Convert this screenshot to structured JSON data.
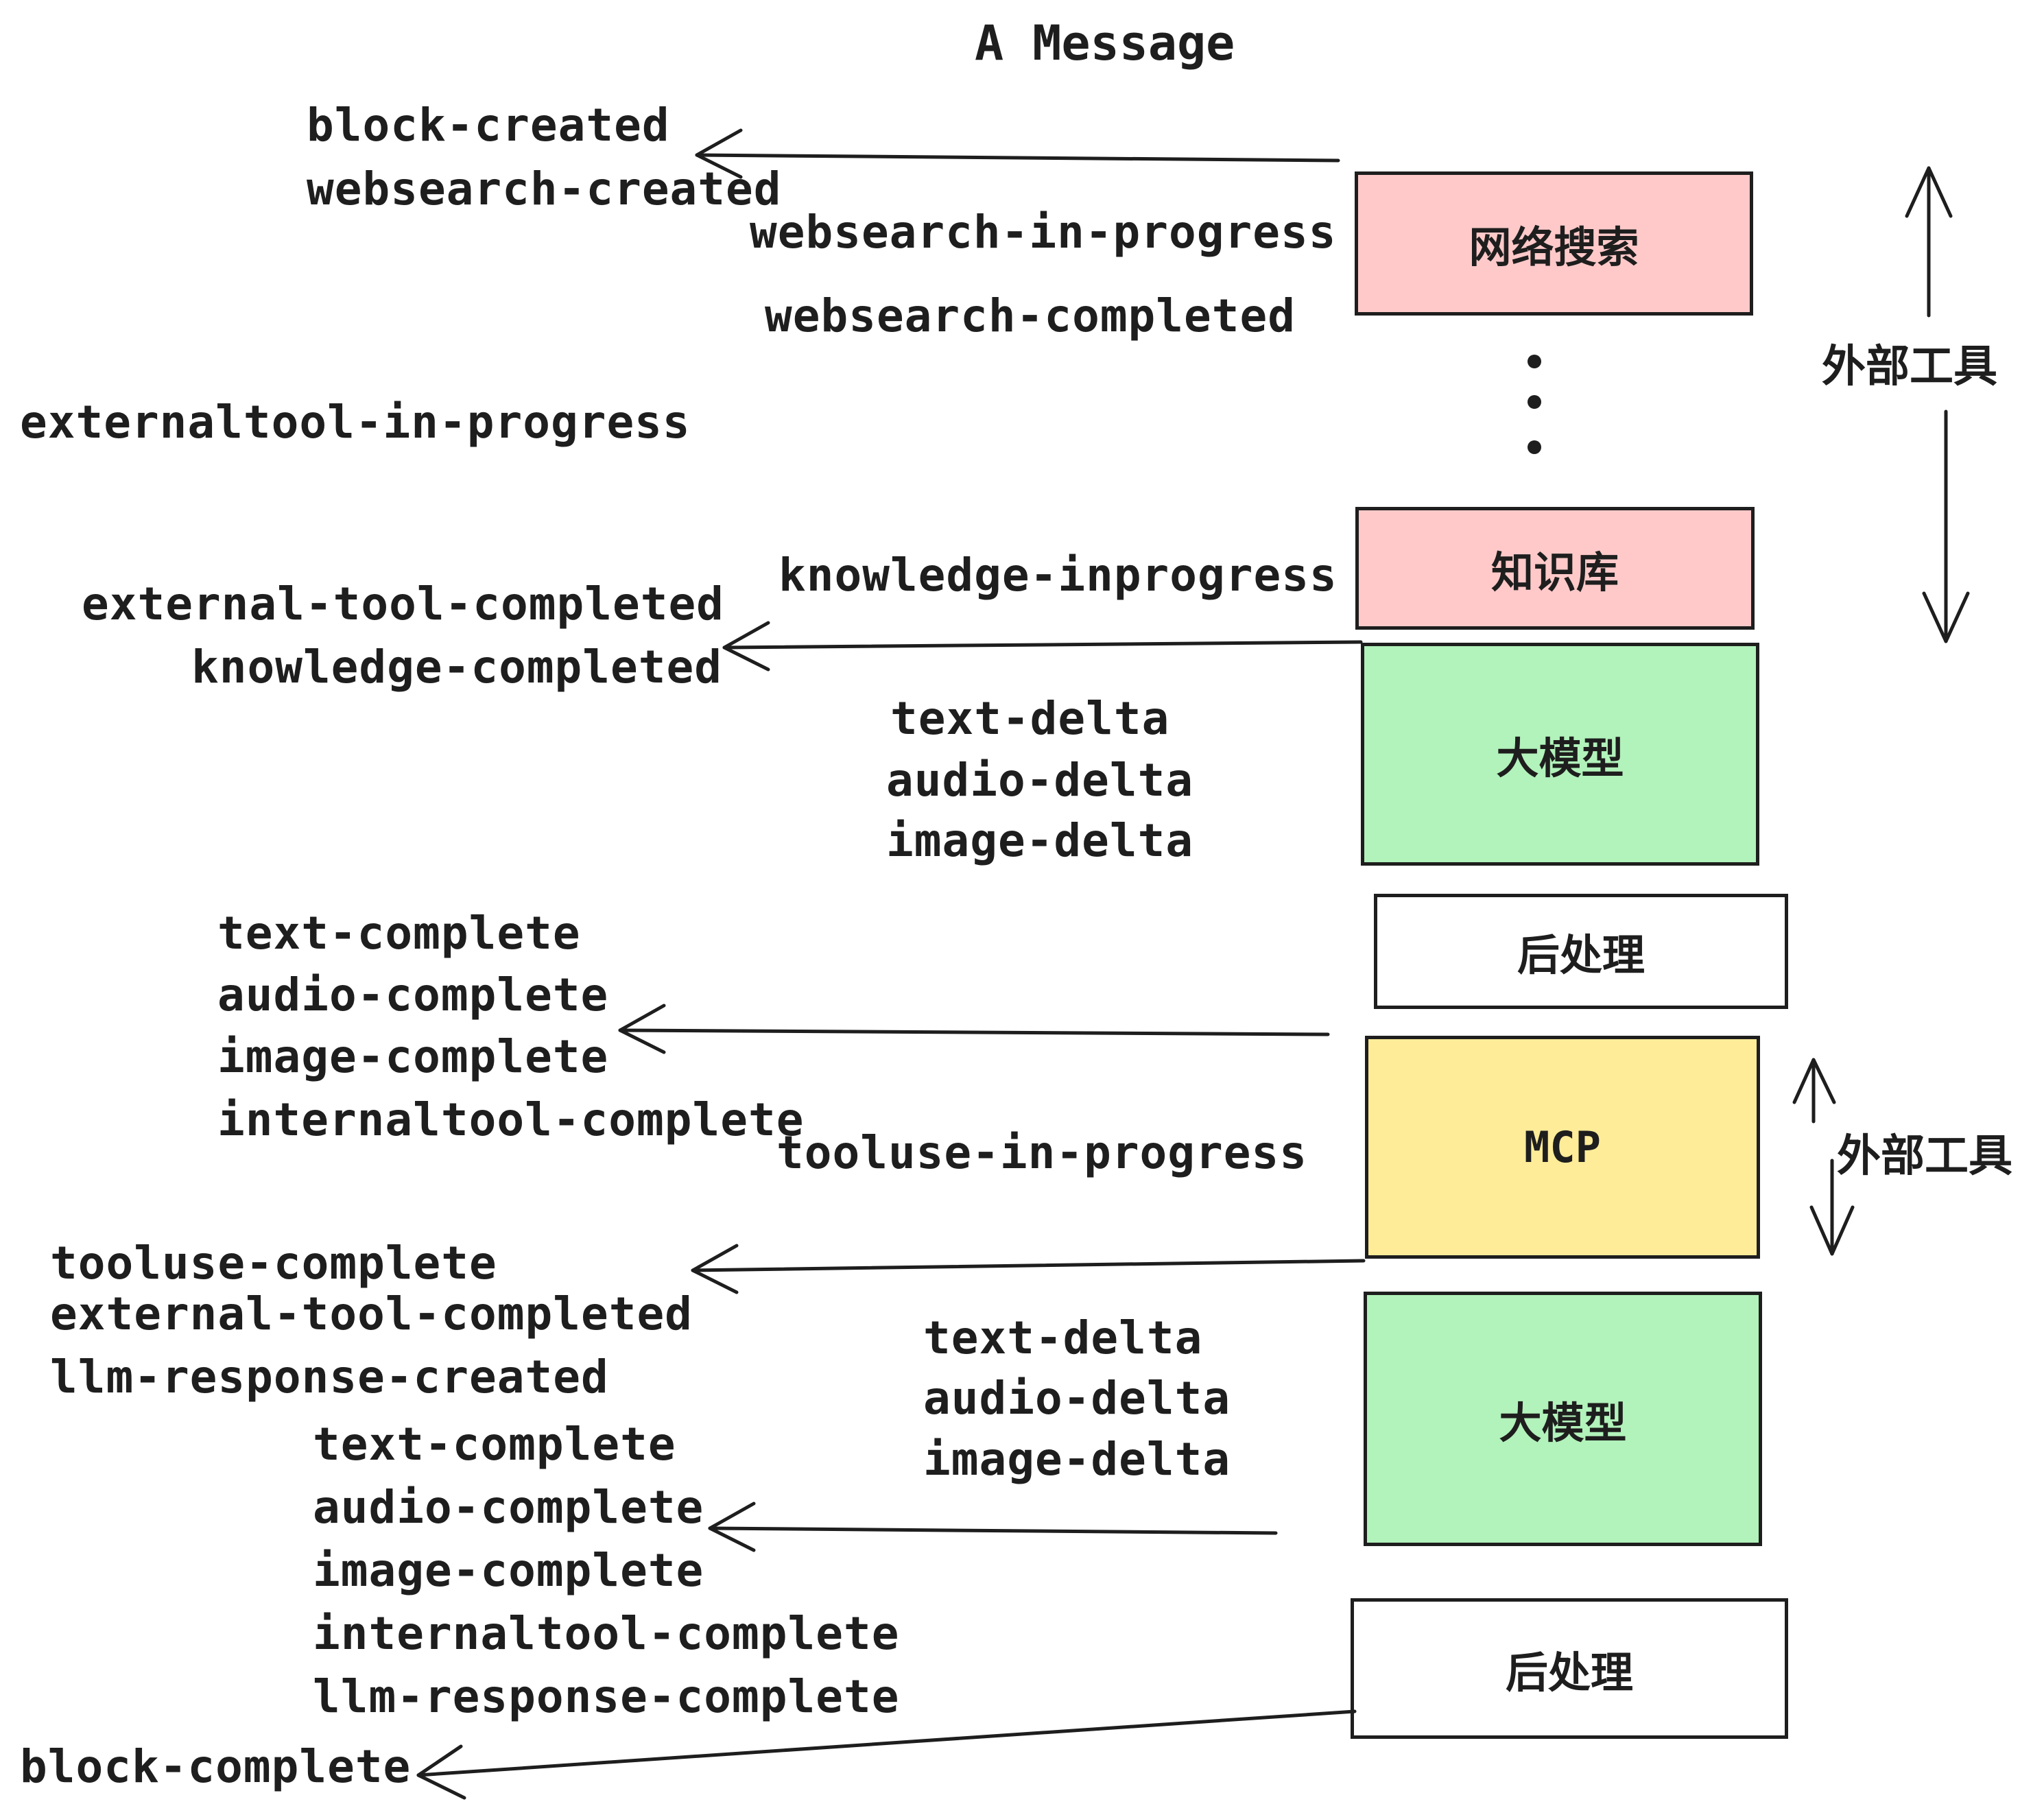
{
  "title": "A Message",
  "labels": [
    {
      "text": "block-created"
    },
    {
      "text": "websearch-created"
    },
    {
      "text": "websearch-in-progress"
    },
    {
      "text": "websearch-completed"
    },
    {
      "text": "externaltool-in-progress"
    },
    {
      "text": "knowledge-inprogress"
    },
    {
      "text": "external-tool-completed"
    },
    {
      "text": "knowledge-completed"
    },
    {
      "text": "text-delta"
    },
    {
      "text": "audio-delta"
    },
    {
      "text": "image-delta"
    },
    {
      "text": "text-complete"
    },
    {
      "text": "audio-complete"
    },
    {
      "text": "image-complete"
    },
    {
      "text": "internaltool-complete"
    },
    {
      "text": "tooluse-in-progress"
    },
    {
      "text": "tooluse-complete"
    },
    {
      "text": "external-tool-completed"
    },
    {
      "text": "llm-response-created"
    },
    {
      "text": "text-delta"
    },
    {
      "text": "audio-delta"
    },
    {
      "text": "image-delta"
    },
    {
      "text": "text-complete"
    },
    {
      "text": "audio-complete"
    },
    {
      "text": "image-complete"
    },
    {
      "text": "internaltool-complete"
    },
    {
      "text": "llm-response-complete"
    },
    {
      "text": "block-complete"
    }
  ],
  "boxes": [
    {
      "label": "网络搜索",
      "color": "#ffc9c9"
    },
    {
      "label": "知识库",
      "color": "#ffc9c9"
    },
    {
      "label": "大模型",
      "color": "#b2f2bb"
    },
    {
      "label": "后处理",
      "color": "#ffffff"
    },
    {
      "label": "MCP",
      "color": "#ffec99"
    },
    {
      "label": "大模型",
      "color": "#b2f2bb"
    },
    {
      "label": "后处理",
      "color": "#ffffff"
    }
  ],
  "annotations": [
    {
      "text": "外部工具"
    },
    {
      "text": "外部工具"
    }
  ],
  "colors": {
    "pink": "#ffc9c9",
    "green": "#b2f2bb",
    "yellow": "#ffec99",
    "stroke": "#1e1e1e",
    "background": "#ffffff"
  }
}
